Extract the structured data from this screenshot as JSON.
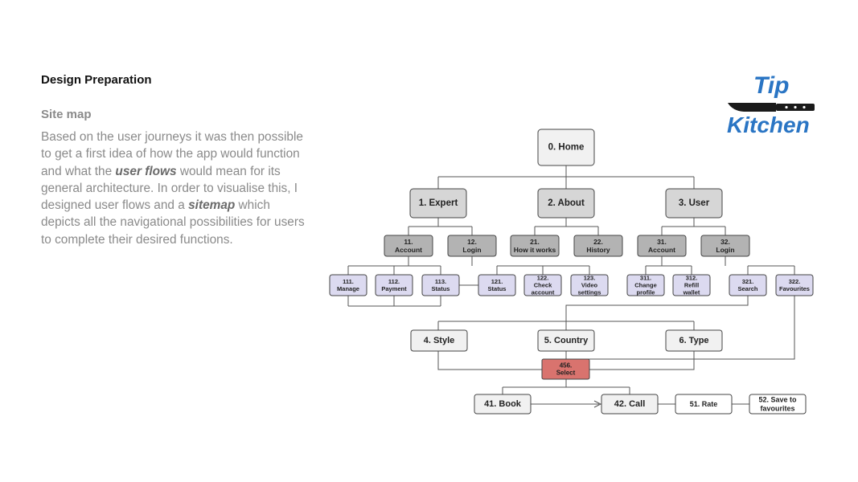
{
  "page": {
    "heading": "Design Preparation",
    "subheading": "Site map",
    "body": [
      "Based on the user journeys it was then possible to get a first idea of how the app would function and what the ",
      "user flows",
      " would mean for its general architecture. In order to visualise this, I designed user flows and a ",
      "sitemap",
      " which depicts all the navigational possibilities for users to complete their desired functions."
    ]
  },
  "logo": {
    "word1": "Tip",
    "word2": "Kitchen",
    "color": "#2a75c4"
  },
  "colors": {
    "level1": "#d6d6d6",
    "level2": "#b3b3b3",
    "leaf": "#dcdaf0",
    "flow": "#f1f1f1",
    "select": "#d9736e",
    "select_text": "#f6c2a0",
    "faded_text": "#9ac48a",
    "faded_border": "#a9a9a9"
  },
  "nodes": [
    {
      "id": "home",
      "lines": [
        "0. Home"
      ],
      "style": "root"
    },
    {
      "id": "expert",
      "lines": [
        "1. Expert"
      ],
      "style": "level1"
    },
    {
      "id": "about",
      "lines": [
        "2. About"
      ],
      "style": "level1"
    },
    {
      "id": "user",
      "lines": [
        "3. User"
      ],
      "style": "level1"
    },
    {
      "id": "n11",
      "lines": [
        "11.",
        "Account"
      ],
      "style": "level2"
    },
    {
      "id": "n12",
      "lines": [
        "12.",
        "Login"
      ],
      "style": "level2"
    },
    {
      "id": "n21",
      "lines": [
        "21.",
        "How it works"
      ],
      "style": "level2"
    },
    {
      "id": "n22",
      "lines": [
        "22.",
        "History"
      ],
      "style": "level2"
    },
    {
      "id": "n31",
      "lines": [
        "31.",
        "Account"
      ],
      "style": "level2"
    },
    {
      "id": "n32",
      "lines": [
        "32.",
        "Login"
      ],
      "style": "level2"
    },
    {
      "id": "n111",
      "lines": [
        "111.",
        "Manage"
      ],
      "style": "leaf"
    },
    {
      "id": "n112",
      "lines": [
        "112.",
        "Payment"
      ],
      "style": "leaf"
    },
    {
      "id": "n113",
      "lines": [
        "113.",
        "Status"
      ],
      "style": "leaf"
    },
    {
      "id": "n121",
      "lines": [
        "121.",
        "Status"
      ],
      "style": "leaf"
    },
    {
      "id": "n122",
      "lines": [
        "122.",
        "Check",
        "account"
      ],
      "style": "leaf"
    },
    {
      "id": "n123",
      "lines": [
        "123.",
        "Video",
        "settings"
      ],
      "style": "leaf"
    },
    {
      "id": "n311",
      "lines": [
        "311.",
        "Change",
        "profile"
      ],
      "style": "leaf"
    },
    {
      "id": "n312",
      "lines": [
        "312.",
        "Refill",
        "wallet"
      ],
      "style": "leaf"
    },
    {
      "id": "n321",
      "lines": [
        "321.",
        "Search"
      ],
      "style": "leaf"
    },
    {
      "id": "n322",
      "lines": [
        "322.",
        "Favourites"
      ],
      "style": "leaf"
    },
    {
      "id": "style",
      "lines": [
        "4. Style"
      ],
      "style": "flow"
    },
    {
      "id": "country",
      "lines": [
        "5. Country"
      ],
      "style": "flow"
    },
    {
      "id": "type",
      "lines": [
        "6. Type"
      ],
      "style": "flow"
    },
    {
      "id": "select",
      "lines": [
        "456.",
        "Select"
      ],
      "style": "select"
    },
    {
      "id": "book",
      "lines": [
        "41. Book"
      ],
      "style": "flow"
    },
    {
      "id": "call",
      "lines": [
        "42. Call"
      ],
      "style": "flow"
    },
    {
      "id": "rate",
      "lines": [
        "51. Rate"
      ],
      "style": "faded"
    },
    {
      "id": "save",
      "lines": [
        "52. Save to",
        "favourites"
      ],
      "style": "faded"
    }
  ]
}
